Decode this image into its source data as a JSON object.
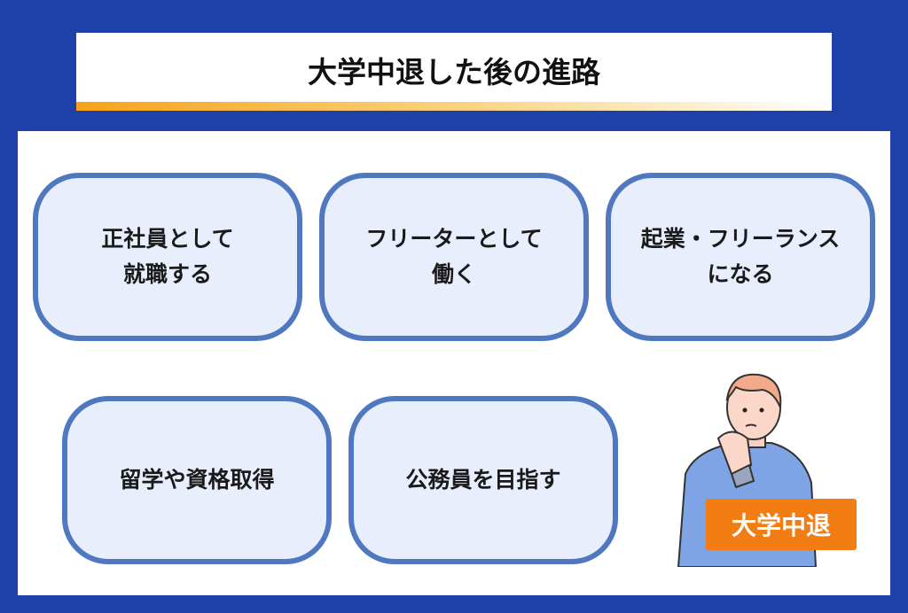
{
  "title": "大学中退した後の進路",
  "options": [
    "正社員として\n就職する",
    "フリーターとして\n働く",
    "起業・フリーランス\nになる",
    "留学や資格取得",
    "公務員を目指す"
  ],
  "badge": "大学中退",
  "colors": {
    "background": "#1e41a9",
    "card_border": "#4f78c1",
    "card_fill": "#e8eefc",
    "badge": "#f27d12"
  }
}
